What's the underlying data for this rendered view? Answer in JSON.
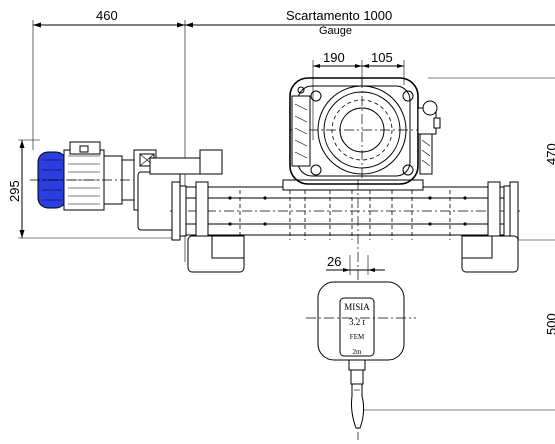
{
  "dimensions": {
    "motor_width": "460",
    "gauge_label": "Scartamento  1000",
    "gauge_label_en": "Gauge",
    "d190": "190",
    "d105": "105",
    "height_295": "295",
    "d26": "26",
    "right_upper": "470",
    "right_lower": "500"
  },
  "nameplate": {
    "brand": "MISIA",
    "capacity": "3.2 t",
    "class": "FEM",
    "group": "2m"
  },
  "colors": {
    "motor_fill": "#2b3fe0",
    "motor_dark": "#1a2590",
    "line": "#000000"
  }
}
